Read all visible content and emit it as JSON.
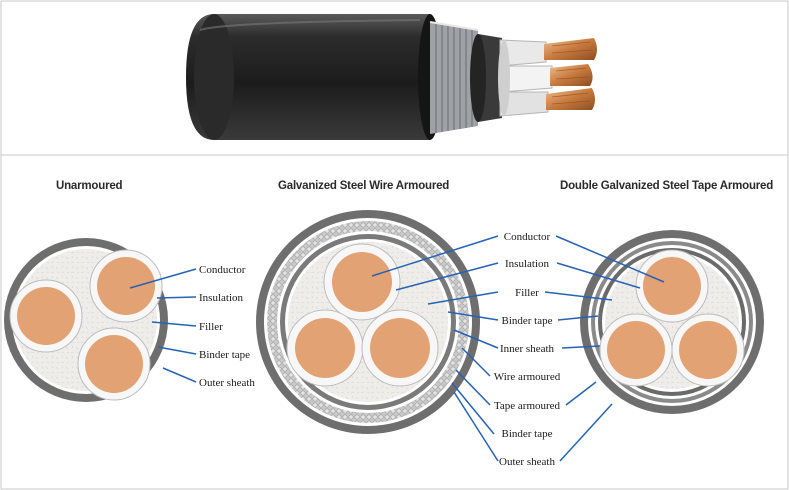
{
  "titles": {
    "unarmoured": "Unarmoured",
    "swa": "Galvanized Steel Wire Armoured",
    "dsta": "Double Galvanized Steel Tape Armoured"
  },
  "labels": {
    "unarmoured": [
      "Conductor",
      "Insulation",
      "Filler",
      "Binder tape",
      "Outer sheath"
    ],
    "swa": [
      "Conductor",
      "Insulation",
      "Filler",
      "Binder tape",
      "Inner sheath",
      "Wire armoured",
      "Tape armoured",
      "Binder tape",
      "Outer sheath"
    ]
  },
  "colors": {
    "copper": "#e3a273",
    "leader": "#2463b5",
    "sheath": "#6e6e6e",
    "insulation": "#f6f6f6",
    "filler": "#ecebe8"
  }
}
